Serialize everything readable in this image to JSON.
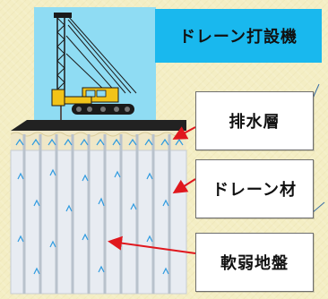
{
  "title": "ドレーン打設機",
  "labels": {
    "drain_layer": "排水層",
    "drain_material": "ドレーン材",
    "soft_ground": "軟弱地盤"
  },
  "colors": {
    "background": "#f4eec4",
    "title_fill": "#19b8ee",
    "sky_panel": "#8fdcf3",
    "machine_yellow": "#f2c318",
    "machine_black": "#1a1a1a",
    "ground_fill": "#e8ecf2",
    "drain_line": "#b9c2cc",
    "water_arrow": "#2f9be0",
    "pointer_arrow": "#e0171d",
    "drain_layer_fill": "#efe7c7",
    "mat": "#222222"
  },
  "icons": [
    "drain-rig-icon",
    "water-flow-arrow-icon",
    "pointer-arrow-icon"
  ]
}
